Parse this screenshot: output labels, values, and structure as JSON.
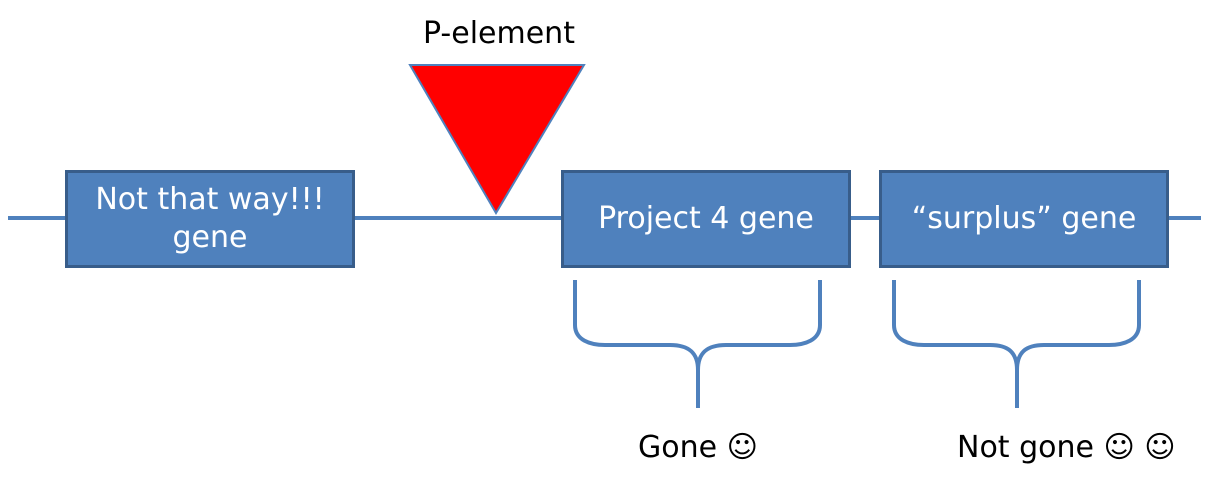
{
  "labels": {
    "p_element": "P-element",
    "gone": "Gone ☺",
    "not_gone": "Not gone ☺ ☺"
  },
  "genes": [
    {
      "label": "Not that way!!!\ngene"
    },
    {
      "label": "Project 4 gene"
    },
    {
      "label": "“surplus” gene"
    }
  ],
  "colors": {
    "gene_fill": "#4f81bd",
    "gene_border": "#385d8a",
    "line": "#4f81bd",
    "p_element": "#ff0000"
  },
  "icons": {
    "p_element_marker": "triangle-down-icon",
    "brace": "curly-brace-icon"
  }
}
